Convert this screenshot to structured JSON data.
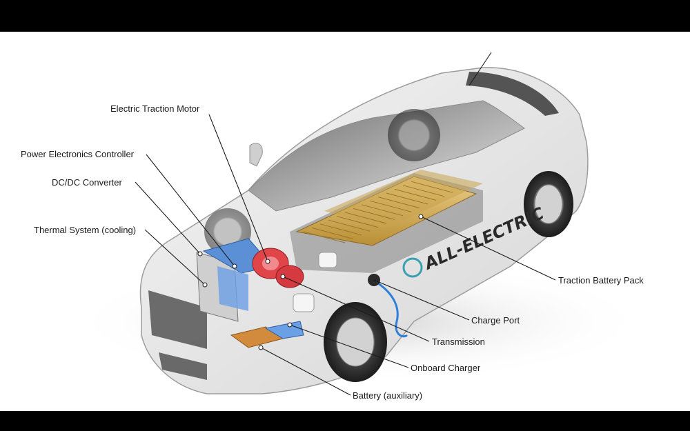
{
  "labels": {
    "electric_traction_motor": "Electric Traction Motor",
    "power_electronics_controller": "Power Electronics Controller",
    "dc_dc_converter": "DC/DC Converter",
    "thermal_system": "Thermal System (cooling)",
    "traction_battery_pack": "Traction Battery Pack",
    "charge_port": "Charge Port",
    "transmission": "Transmission",
    "onboard_charger": "Onboard Charger",
    "battery_auxiliary": "Battery (auxiliary)"
  },
  "car_badge": "ALL-ELECTRIC",
  "colors": {
    "background": "#ffffff",
    "letterbox": "#000000",
    "battery_cells": "#d9b35a",
    "motor": "#e0454a",
    "cooling": "#5b8fd6",
    "aux_battery": "#d28a3c",
    "charge_cable": "#2f7ed8"
  }
}
